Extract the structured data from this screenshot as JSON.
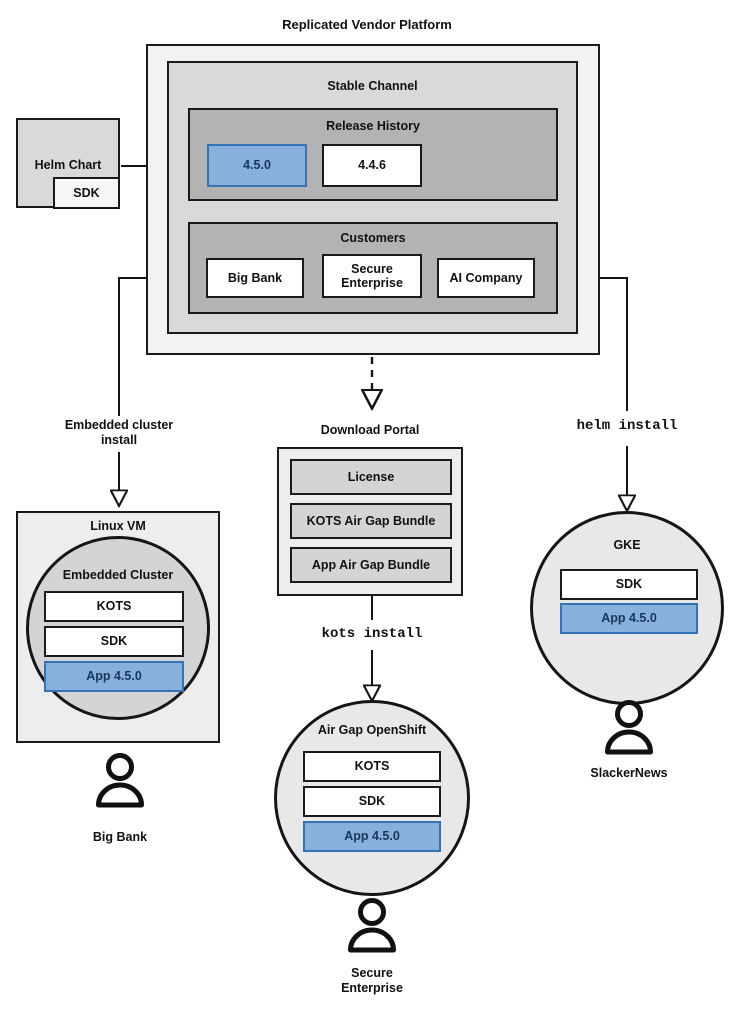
{
  "diagram": {
    "title": "Replicated Vendor Platform",
    "platform": {
      "channel_title": "Stable Channel",
      "release_history_title": "Release History",
      "releases": [
        {
          "version": "4.5.0",
          "highlighted": true
        },
        {
          "version": "4.4.6",
          "highlighted": false
        }
      ],
      "customers_title": "Customers",
      "customers": [
        "Big Bank",
        "Secure\nEnterprise",
        "AI Company"
      ]
    },
    "source": {
      "chart_label": "Helm Chart",
      "sdk_label": "SDK"
    },
    "edges": {
      "embedded_install": "Embedded cluster\ninstall",
      "kots_install": "kots install",
      "helm_install": "helm install"
    },
    "download_portal": {
      "title": "Download Portal",
      "items": [
        "License",
        "KOTS Air Gap Bundle",
        "App Air Gap Bundle"
      ]
    },
    "targets": [
      {
        "host_label": "Linux VM",
        "cluster_label": "Embedded Cluster",
        "components": [
          "KOTS",
          "SDK",
          "App 4.5.0"
        ],
        "customer": "Big Bank"
      },
      {
        "host_label": "Air Gap OpenShift",
        "components": [
          "KOTS",
          "SDK",
          "App 4.5.0"
        ],
        "customer": "Secure\nEnterprise"
      },
      {
        "host_label": "GKE",
        "components": [
          "SDK",
          "App 4.5.0"
        ],
        "customer": "SlackerNews"
      }
    ],
    "colors": {
      "accent_blue_fill": "#87b0dd",
      "accent_blue_border": "#3573b9",
      "accent_blue_text": "#17365d",
      "shell_outer": "#f2f2f2",
      "shell_mid": "#d9d9d9",
      "shell_inner": "#b3b3b3",
      "stroke": "#1a1a1a"
    }
  }
}
